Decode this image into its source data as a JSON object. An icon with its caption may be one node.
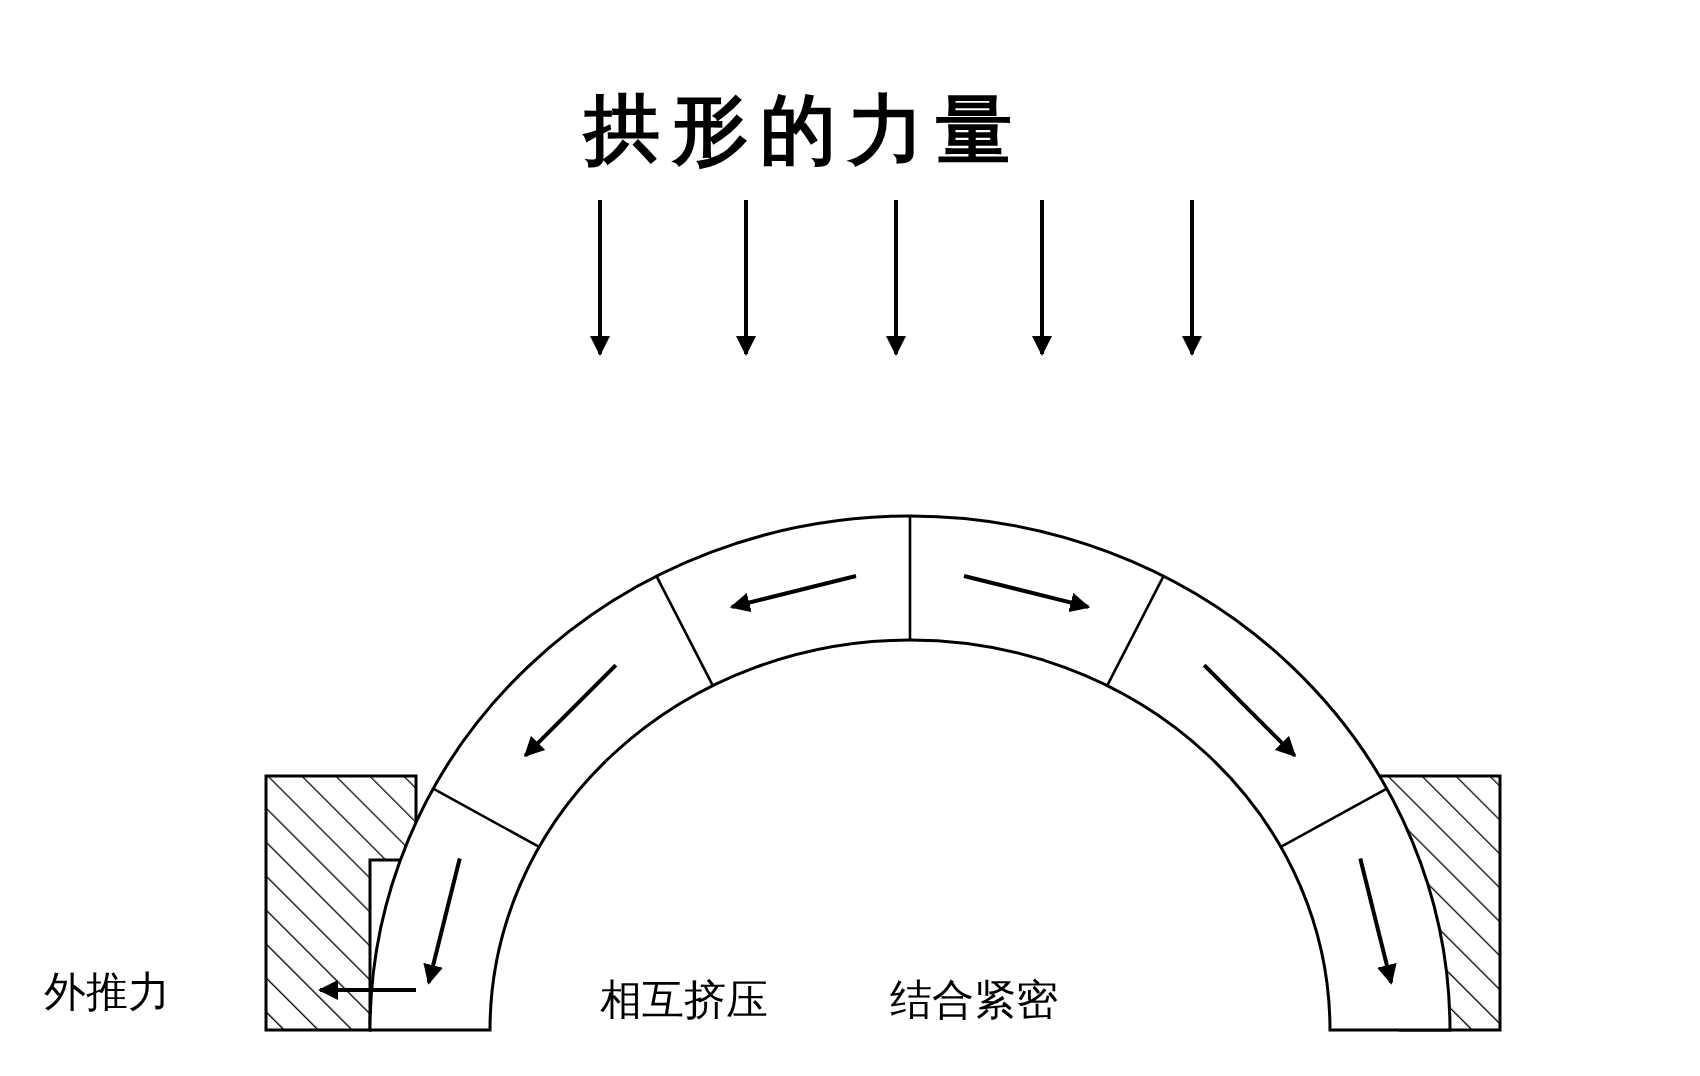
{
  "diagram": {
    "title": "拱形的力量",
    "labels": [
      "外推力",
      "相互挤压",
      "结合紧密"
    ]
  }
}
